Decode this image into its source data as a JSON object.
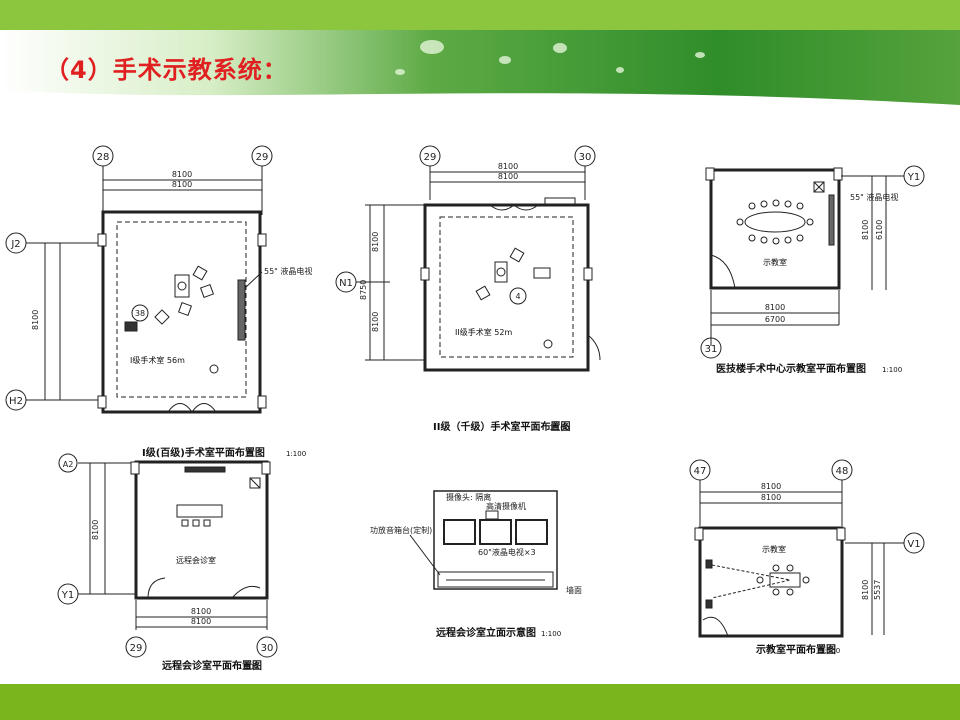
{
  "slide_title": "（4）手术示教系统：",
  "panels": {
    "or1": {
      "caption": "I级(百级)手术室平面布置图",
      "scale": "1:100",
      "room": "I级手术室 56m",
      "axes": [
        "28",
        "29",
        "J2",
        "H2"
      ],
      "dims": [
        "8100",
        "8100"
      ],
      "vdim": "8100",
      "labels": [
        "55\" 液晶电视",
        "38"
      ]
    },
    "or2": {
      "caption": "II级（千级）手术室平面布置图",
      "scale": "1:100",
      "room": "II级手术室 52m",
      "axes": [
        "29",
        "30",
        "N1"
      ],
      "dims": [
        "8100",
        "8100"
      ],
      "vdim": [
        "8100",
        "8100"
      ],
      "vdim_total": "8750",
      "labels": [
        "4"
      ]
    },
    "teach1": {
      "caption": "医技楼手术中心示教室平面布置图",
      "scale": "1:100",
      "room": "示教室",
      "axes": [
        "Y1",
        "31"
      ],
      "dims": [
        "8100",
        "6700"
      ],
      "vdim": [
        "8100",
        "6100"
      ],
      "labels": [
        "55\" 液晶电视"
      ]
    },
    "consult": {
      "caption": "远程会诊室平面布置图",
      "scale": "1:100",
      "room": "远程会诊室",
      "axes": [
        "A2",
        "Y1",
        "29",
        "30"
      ],
      "dims": [
        "8100",
        "8100"
      ],
      "vdim": "8100"
    },
    "elev": {
      "caption": "远程会诊室立面示意图",
      "scale": "1:100",
      "labels": [
        "摄像头: 隔离",
        "高清摄像机",
        "60\"液晶电视×3",
        "功放音箱台(定制)",
        "墙面"
      ]
    },
    "teach2": {
      "caption": "示教室平面布置图",
      "scale": "1:100",
      "room": "示教室",
      "axes": [
        "47",
        "48",
        "V1"
      ],
      "dims": [
        "8100",
        "8100"
      ],
      "vdim": [
        "8100",
        "5537"
      ]
    }
  },
  "colors": {
    "title": "#e02020",
    "footer": "#7ab51d",
    "top_strip": "#8cc63f",
    "leaf": "#2f8d2a"
  }
}
